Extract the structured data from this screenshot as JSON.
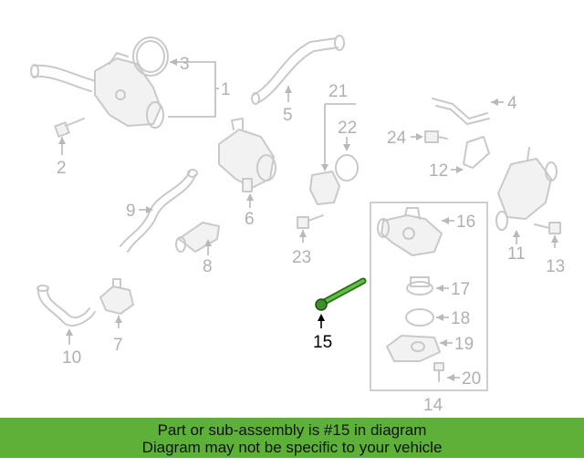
{
  "diagram": {
    "callouts": [
      "1",
      "2",
      "3",
      "4",
      "5",
      "6",
      "7",
      "8",
      "9",
      "10",
      "11",
      "12",
      "13",
      "14",
      "15",
      "16",
      "17",
      "18",
      "19",
      "20",
      "21",
      "22",
      "23",
      "24"
    ],
    "highlighted": "15"
  },
  "banner": {
    "line1": "Part or sub-assembly is #15 in diagram",
    "line2": "Diagram may not be specific to your vehicle",
    "color": "#5db139"
  }
}
